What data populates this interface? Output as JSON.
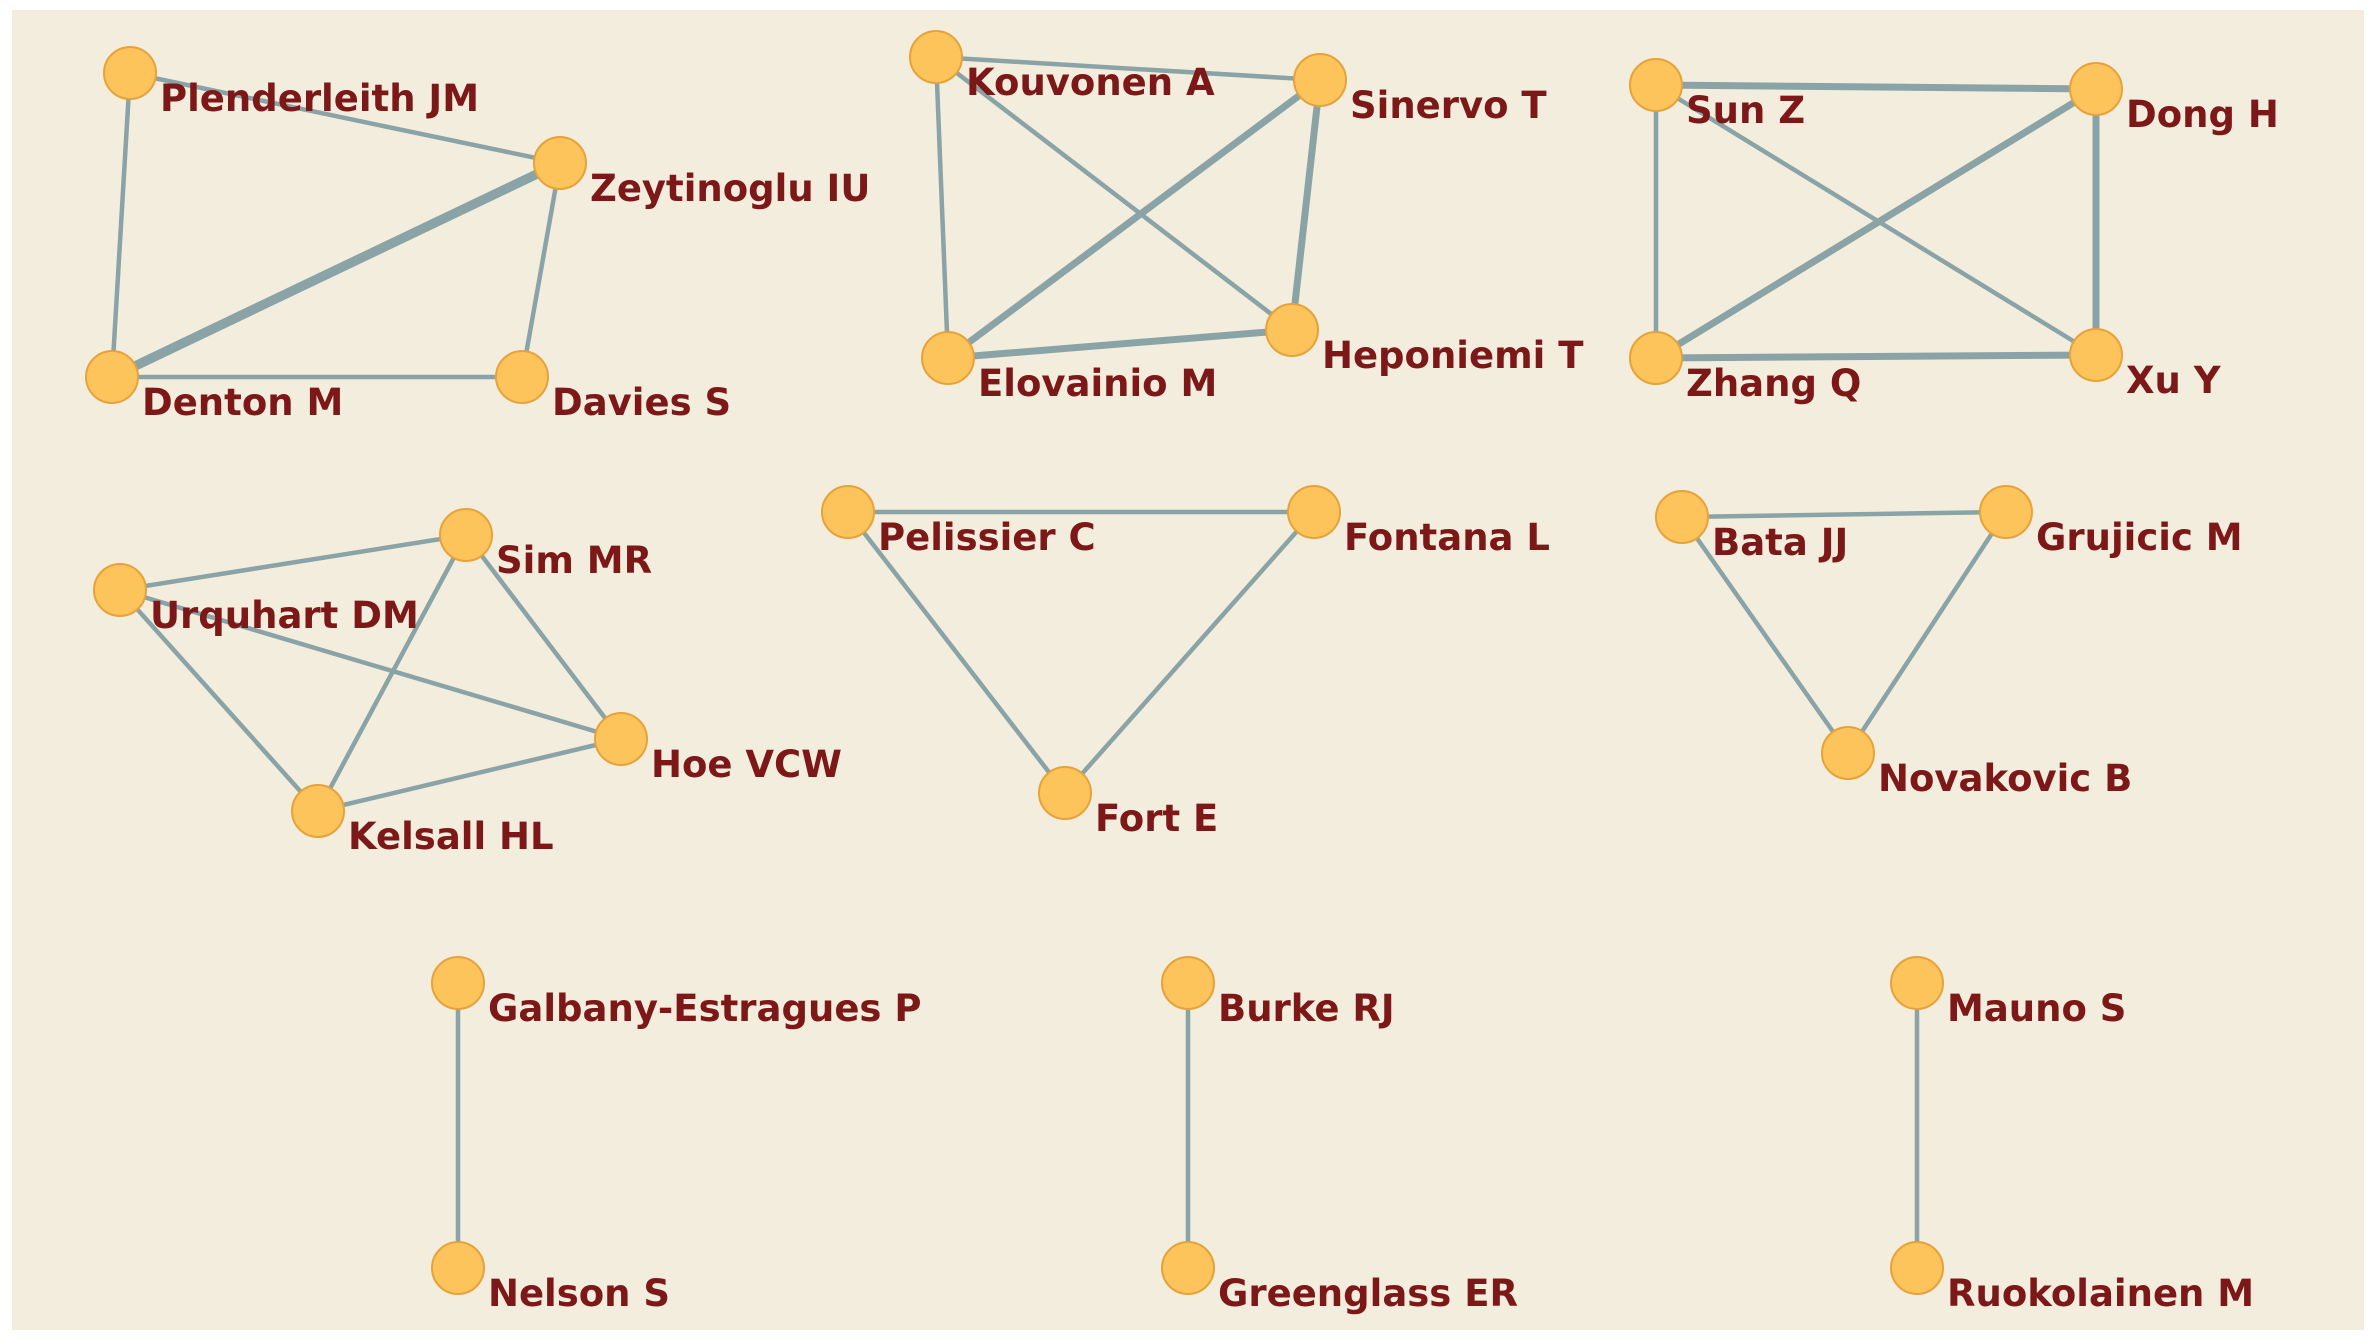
{
  "colors": {
    "background": "#f3edde",
    "node_fill": "#fcc45a",
    "node_stroke": "#e6a23b",
    "edge": "#8aa3a6",
    "label": "#7d1818"
  },
  "nodes": [
    {
      "id": "plenderleith",
      "label": "Plenderleith JM"
    },
    {
      "id": "zeytinoglu",
      "label": "Zeytinoglu IU"
    },
    {
      "id": "denton",
      "label": "Denton M"
    },
    {
      "id": "davies",
      "label": "Davies S"
    },
    {
      "id": "kouvonen",
      "label": "Kouvonen A"
    },
    {
      "id": "sinervo",
      "label": "Sinervo T"
    },
    {
      "id": "elovainio",
      "label": "Elovainio M"
    },
    {
      "id": "heponiemi",
      "label": "Heponiemi T"
    },
    {
      "id": "sun",
      "label": "Sun Z"
    },
    {
      "id": "dong",
      "label": "Dong H"
    },
    {
      "id": "zhang",
      "label": "Zhang Q"
    },
    {
      "id": "xu",
      "label": "Xu Y"
    },
    {
      "id": "urquhart",
      "label": "Urquhart DM"
    },
    {
      "id": "sim",
      "label": "Sim MR"
    },
    {
      "id": "hoe",
      "label": "Hoe VCW"
    },
    {
      "id": "kelsall",
      "label": "Kelsall HL"
    },
    {
      "id": "pelissier",
      "label": "Pelissier C"
    },
    {
      "id": "fontana",
      "label": "Fontana L"
    },
    {
      "id": "fort",
      "label": "Fort E"
    },
    {
      "id": "bata",
      "label": "Bata JJ"
    },
    {
      "id": "grujicic",
      "label": "Grujicic M"
    },
    {
      "id": "novakovic",
      "label": "Novakovic B"
    },
    {
      "id": "galbany",
      "label": "Galbany-Estragues P"
    },
    {
      "id": "nelson",
      "label": "Nelson S"
    },
    {
      "id": "burke",
      "label": "Burke RJ"
    },
    {
      "id": "greenglass",
      "label": "Greenglass ER"
    },
    {
      "id": "mauno",
      "label": "Mauno S"
    },
    {
      "id": "ruokolainen",
      "label": "Ruokolainen M"
    }
  ],
  "edges": [
    {
      "source": "plenderleith",
      "target": "zeytinoglu",
      "weight": 1
    },
    {
      "source": "plenderleith",
      "target": "denton",
      "weight": 1
    },
    {
      "source": "zeytinoglu",
      "target": "denton",
      "weight": 3
    },
    {
      "source": "zeytinoglu",
      "target": "davies",
      "weight": 1
    },
    {
      "source": "denton",
      "target": "davies",
      "weight": 1
    },
    {
      "source": "kouvonen",
      "target": "sinervo",
      "weight": 1
    },
    {
      "source": "kouvonen",
      "target": "elovainio",
      "weight": 1
    },
    {
      "source": "kouvonen",
      "target": "heponiemi",
      "weight": 1
    },
    {
      "source": "sinervo",
      "target": "elovainio",
      "weight": 2
    },
    {
      "source": "sinervo",
      "target": "heponiemi",
      "weight": 2
    },
    {
      "source": "elovainio",
      "target": "heponiemi",
      "weight": 2
    },
    {
      "source": "sun",
      "target": "dong",
      "weight": 2
    },
    {
      "source": "sun",
      "target": "zhang",
      "weight": 1
    },
    {
      "source": "sun",
      "target": "xu",
      "weight": 1
    },
    {
      "source": "dong",
      "target": "zhang",
      "weight": 2
    },
    {
      "source": "dong",
      "target": "xu",
      "weight": 2
    },
    {
      "source": "zhang",
      "target": "xu",
      "weight": 2
    },
    {
      "source": "urquhart",
      "target": "sim",
      "weight": 1
    },
    {
      "source": "urquhart",
      "target": "hoe",
      "weight": 1
    },
    {
      "source": "urquhart",
      "target": "kelsall",
      "weight": 1
    },
    {
      "source": "sim",
      "target": "hoe",
      "weight": 1
    },
    {
      "source": "sim",
      "target": "kelsall",
      "weight": 1
    },
    {
      "source": "hoe",
      "target": "kelsall",
      "weight": 1
    },
    {
      "source": "pelissier",
      "target": "fontana",
      "weight": 1
    },
    {
      "source": "pelissier",
      "target": "fort",
      "weight": 1
    },
    {
      "source": "fontana",
      "target": "fort",
      "weight": 1
    },
    {
      "source": "bata",
      "target": "grujicic",
      "weight": 1
    },
    {
      "source": "bata",
      "target": "novakovic",
      "weight": 1
    },
    {
      "source": "grujicic",
      "target": "novakovic",
      "weight": 1
    },
    {
      "source": "galbany",
      "target": "nelson",
      "weight": 1
    },
    {
      "source": "burke",
      "target": "greenglass",
      "weight": 1
    },
    {
      "source": "mauno",
      "target": "ruokolainen",
      "weight": 1
    }
  ]
}
